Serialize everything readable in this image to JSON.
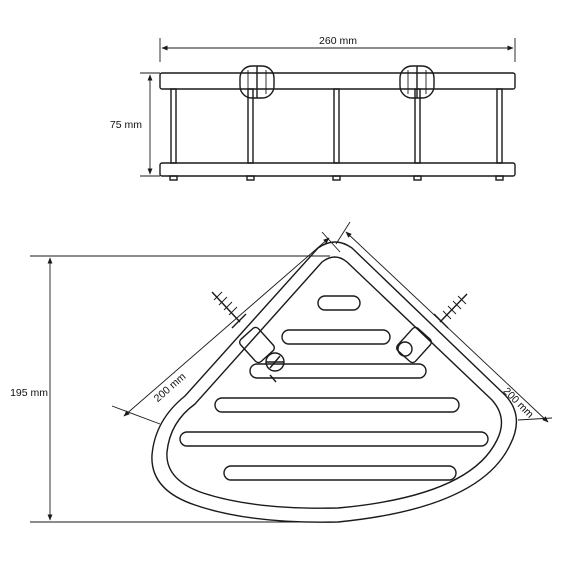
{
  "dimensions": {
    "width_label": "260 mm",
    "height_label": "75 mm",
    "depth_label": "195 mm",
    "left_side_label": "200 mm",
    "right_side_label": "200 mm"
  },
  "colors": {
    "line": "#1a1a1a",
    "background": "#ffffff"
  }
}
